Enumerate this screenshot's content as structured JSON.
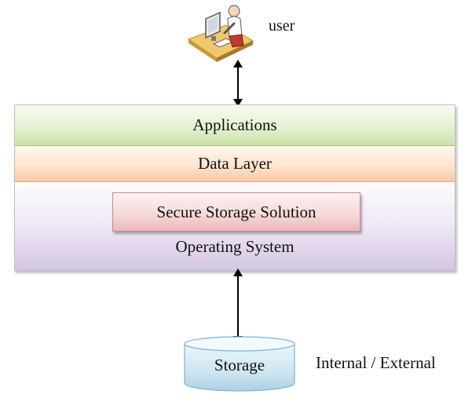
{
  "user": {
    "label": "user",
    "icon": "user-at-computer-icon"
  },
  "layers": {
    "applications": "Applications",
    "data": "Data Layer",
    "secure_storage": "Secure Storage Solution",
    "os": "Operating System"
  },
  "storage": {
    "label": "Storage",
    "caption": "Internal / External"
  },
  "colors": {
    "applications": "#e6f2d3",
    "data_layer": "#fde5d1",
    "operating_system": "#eee8f4",
    "secure_storage": "#f7dada",
    "storage": "#cfe6f2"
  }
}
